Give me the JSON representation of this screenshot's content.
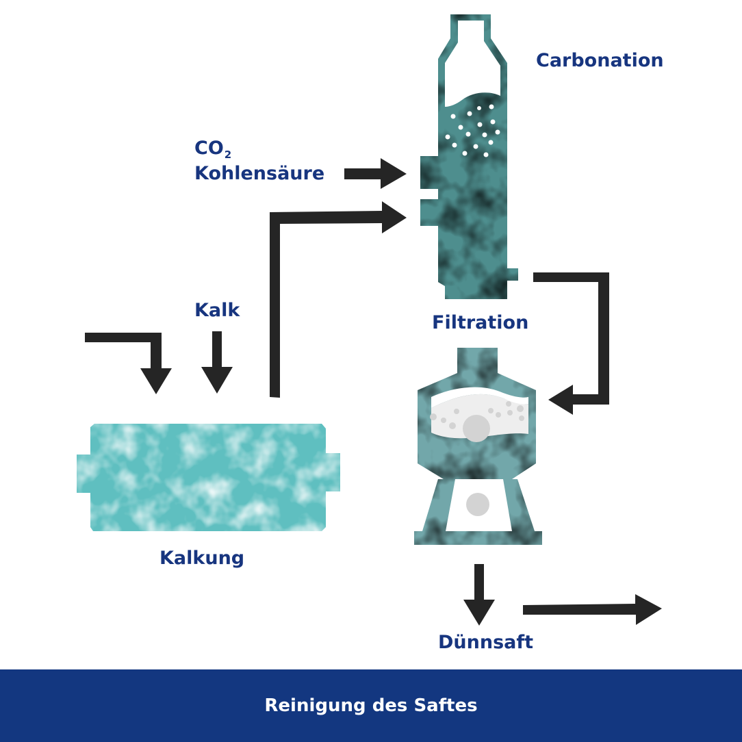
{
  "labels": {
    "carbonation": "Carbonation",
    "co2_prefix": "CO",
    "co2_sub": "2",
    "kohlensaeure": "Kohlensäure",
    "kalk": "Kalk",
    "filtration": "Filtration",
    "kalkung": "Kalkung",
    "duennsaft": "Dünnsaft"
  },
  "footer": {
    "title": "Reinigung des Saftes"
  },
  "colors": {
    "label": "#17357f",
    "footer_bg": "#133780",
    "arrow": "#252525",
    "kalkung_tank": "#5fbfc0",
    "carbonation_tower": "#4e8e8e",
    "filter_vessel": "#72a7aa",
    "foam": "#eeeeee",
    "bubble": "#d3d3d3"
  }
}
